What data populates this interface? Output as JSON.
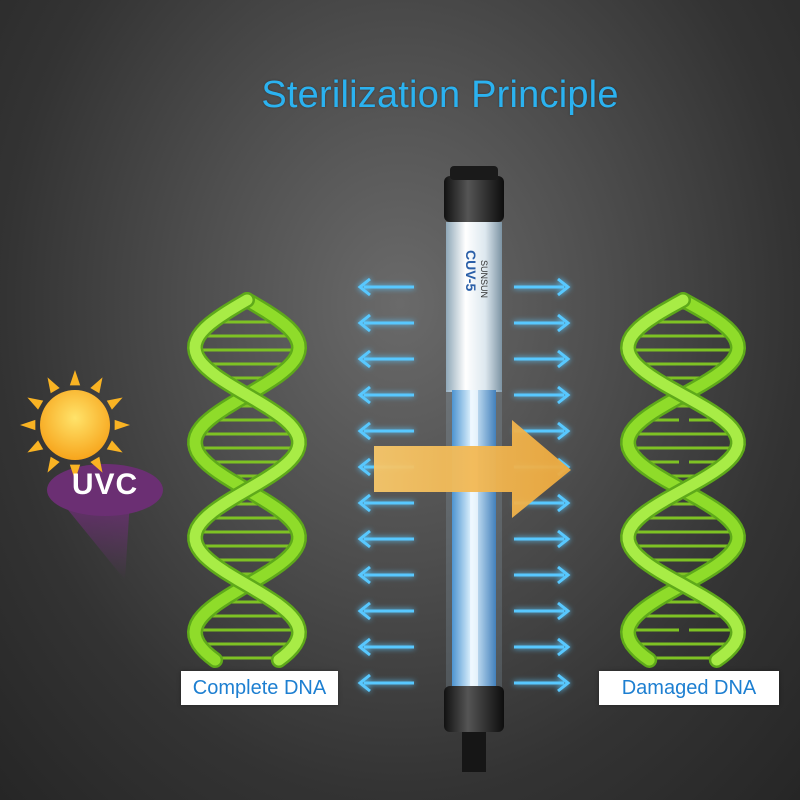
{
  "title": "Sterilization Principle",
  "uvc_badge": {
    "label": "UVC",
    "icon": "sun-icon",
    "color": "#6b2f73"
  },
  "lamp": {
    "brand_text": "SUNSUN",
    "model_text": "CUV-5"
  },
  "labels": {
    "left": "Complete DNA",
    "right": "Damaged DNA"
  },
  "colors": {
    "title": "#2bb2f0",
    "dna": "#8fdc2a",
    "arrows": "#58c8ff",
    "big_arrow": "#f2b24a",
    "label_text": "#1d7fd1"
  }
}
